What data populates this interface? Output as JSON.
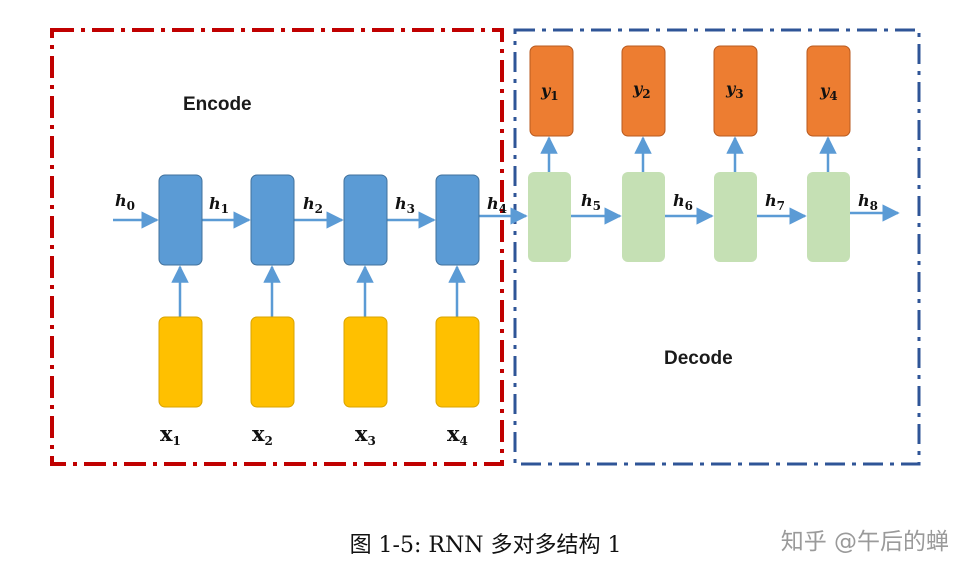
{
  "encode_label": "Encode",
  "decode_label": "Decode",
  "hidden_labels": [
    {
      "base": "h",
      "sub": "0"
    },
    {
      "base": "h",
      "sub": "1"
    },
    {
      "base": "h",
      "sub": "2"
    },
    {
      "base": "h",
      "sub": "3"
    },
    {
      "base": "h",
      "sub": "4"
    },
    {
      "base": "h",
      "sub": "5"
    },
    {
      "base": "h",
      "sub": "6"
    },
    {
      "base": "h",
      "sub": "7"
    },
    {
      "base": "h",
      "sub": "8"
    }
  ],
  "inputs": [
    {
      "base": "x",
      "sub": "1"
    },
    {
      "base": "x",
      "sub": "2"
    },
    {
      "base": "x",
      "sub": "3"
    },
    {
      "base": "x",
      "sub": "4"
    }
  ],
  "outputs": [
    {
      "base": "y",
      "sub": "1"
    },
    {
      "base": "y",
      "sub": "2"
    },
    {
      "base": "y",
      "sub": "3"
    },
    {
      "base": "y",
      "sub": "4"
    }
  ],
  "caption": "图 1-5: RNN 多对多结构 1",
  "watermark": "知乎 @午后的蝉",
  "colors": {
    "encoder_border": "#c00000",
    "decoder_border": "#2f5597",
    "encoder_cell": "#5b9bd5",
    "decoder_cell": "#c5e0b4",
    "input_box": "#ffc000",
    "output_box": "#ed7d31",
    "arrow": "#5b9bd5"
  }
}
